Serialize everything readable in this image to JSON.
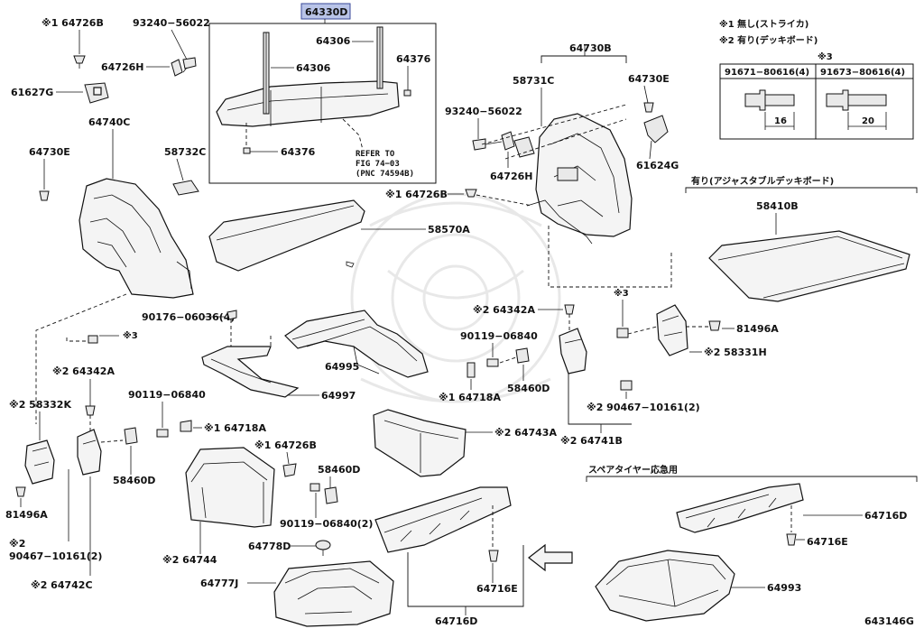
{
  "diagram": {
    "highlighted_part": "64330D",
    "figure_code": "643146G",
    "notes": {
      "note1": "※1 無し(ストライカ)",
      "note2": "※2 有り(デッキボード)",
      "table_marker": "※3"
    },
    "spec_table": {
      "columns": [
        "91671−80616(4)",
        "91673−80616(4)"
      ],
      "lengths": [
        "16",
        "20"
      ]
    },
    "section_adjustable": "有り(アジャスタブルデッキボード)",
    "section_spare": "スペアタイヤー応急用",
    "refer_lines": [
      "REFER TO",
      "FIG 74−03",
      "(PNC 74594B)"
    ],
    "labels": {
      "l64330D": "64330D",
      "l64306a": "64306",
      "l64306b": "64306",
      "l64376a": "64376",
      "l64376b": "64376",
      "l64726B_1": "※1 64726B",
      "l93240a": "93240−56022",
      "l64726H_1": "64726H",
      "l61627G": "61627G",
      "l64740C": "64740C",
      "l64730E_1": "64730E",
      "l58732C": "58732C",
      "l64730B": "64730B",
      "l58731C": "58731C",
      "l64730E_2": "64730E",
      "l93240b": "93240−56022",
      "l64726H_2": "64726H",
      "l61624G": "61624G",
      "l64726B_2": "※1 64726B",
      "l58570A": "58570A",
      "l58410B": "58410B",
      "l90176": "90176−06036(4)",
      "l64342A_1": "※2 64342A",
      "l3_a": "※3",
      "l3_b": "※3",
      "l64995": "64995",
      "l90119a": "90119−06840",
      "l81496A_1": "81496A",
      "l58331H": "※2 58331H",
      "l64342A_2": "※2 64342A",
      "l58332K": "※2 58332K",
      "l90119b": "90119−06840",
      "l64997": "64997",
      "l64718A_1": "※1 64718A",
      "l58460D_1": "58460D",
      "l90467a": "※2 90467−10161(2)",
      "l64718A_2": "※1 64718A",
      "l64743A": "※2 64743A",
      "l64741B": "※2 64741B",
      "l64726B_3": "※1 64726B",
      "l58460D_2": "58460D",
      "l58460D_3": "58460D",
      "l81496A_2": "81496A",
      "l90119c": "90119−06840(2)",
      "l90467b_m": "※2",
      "l90467b": "90467−10161(2)",
      "l64742C": "※2 64742C",
      "l64744": "※2 64744",
      "l64778D": "64778D",
      "l64777J": "64777J",
      "l64716E_1": "64716E",
      "l64716D_1": "64716D",
      "l64716D_2": "64716D",
      "l64716E_2": "64716E",
      "l64993": "64993"
    }
  }
}
